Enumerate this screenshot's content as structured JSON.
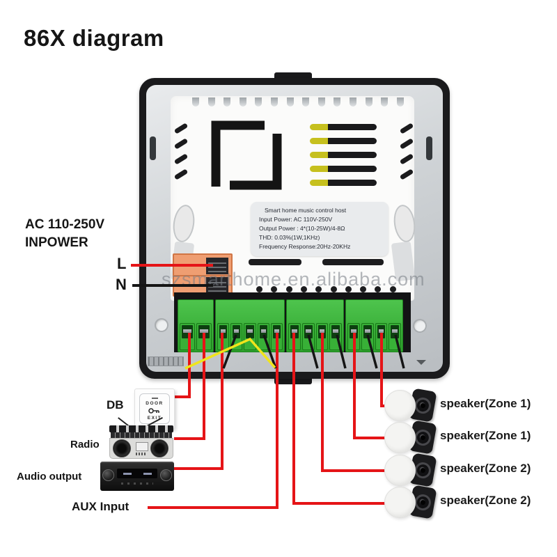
{
  "title": "86X diagram",
  "watermark": "szsmarthome.en.alibaba.com",
  "power": {
    "line1": "AC 110-250V",
    "line2": "INPOWER",
    "live_label": "L",
    "neutral_label": "N"
  },
  "device": {
    "spec_label": {
      "lines": [
        "Smart home music control host",
        "Input Power: AC 110V-250V",
        "Output Power : 4*(10-25W)/4-8Ω",
        "THD: 0.03%(1W,1KHz)",
        "Frequency Response:20Hz-20KHz"
      ]
    },
    "terminal_groups": [
      {
        "terminals": 2
      },
      {
        "terminals": 5
      },
      {
        "terminals": 4
      },
      {
        "terminals": 4
      }
    ]
  },
  "sources": [
    {
      "label": "DB",
      "icon": "door-exit-button-icon",
      "button_text_top": "DOOR",
      "button_text_bottom": "EXIT"
    },
    {
      "label": "Radio",
      "icon": "radio-boombox-icon"
    },
    {
      "label": "Audio output",
      "icon": "av-receiver-icon"
    },
    {
      "label": "AUX Input",
      "icon": "none"
    }
  ],
  "speakers": [
    {
      "label": "speaker(Zone 1)"
    },
    {
      "label": "speaker(Zone 1)"
    },
    {
      "label": "speaker(Zone 2)"
    },
    {
      "label": "speaker(Zone 2)"
    }
  ],
  "colors": {
    "wire_live_red": "#e51417",
    "wire_neutral_black": "#151515",
    "wire_signal_yellow": "#f0e41c",
    "terminal_green": "#3cb83c",
    "ac_connector_orange": "#ef9e72"
  }
}
